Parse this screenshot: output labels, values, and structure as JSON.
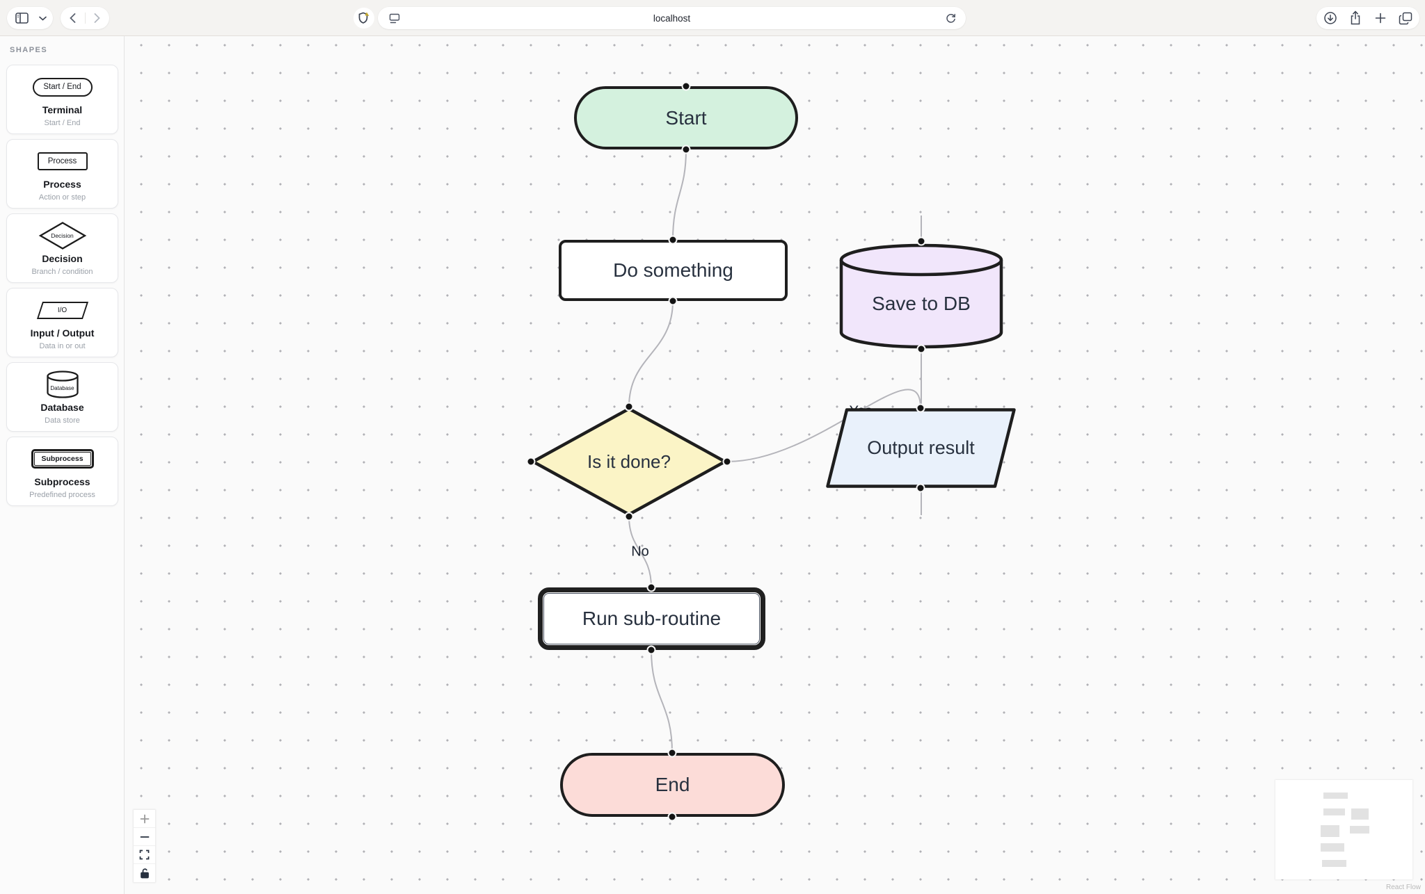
{
  "browser": {
    "url": "localhost",
    "icons": {
      "left": [
        "sidebar-toggle",
        "chevron-down",
        "back",
        "forward"
      ],
      "url_bar": [
        "privacy-shield",
        "reader",
        "refresh"
      ],
      "right": [
        "download",
        "share",
        "new-tab",
        "tab-overview"
      ]
    }
  },
  "sidebar": {
    "header": "SHAPES",
    "items": [
      {
        "preview_label": "Start / End",
        "title": "Terminal",
        "subtitle": "Start / End",
        "shape": "stadium"
      },
      {
        "preview_label": "Process",
        "title": "Process",
        "subtitle": "Action or step",
        "shape": "rect"
      },
      {
        "preview_label": "Decision",
        "title": "Decision",
        "subtitle": "Branch / condition",
        "shape": "diamond"
      },
      {
        "preview_label": "I/O",
        "title": "Input / Output",
        "subtitle": "Data in or out",
        "shape": "parallelogram"
      },
      {
        "preview_label": "Database",
        "title": "Database",
        "subtitle": "Data store",
        "shape": "cylinder"
      },
      {
        "preview_label": "Subprocess",
        "title": "Subprocess",
        "subtitle": "Predefined process",
        "shape": "subprocess"
      }
    ]
  },
  "canvas": {
    "nodes": [
      {
        "id": "start",
        "label": "Start",
        "type": "terminal",
        "fill": "#d4f1de"
      },
      {
        "id": "do-something",
        "label": "Do something",
        "type": "process",
        "fill": "#ffffff"
      },
      {
        "id": "save-db",
        "label": "Save to DB",
        "type": "database",
        "fill": "#f1e6fb"
      },
      {
        "id": "is-it-done",
        "label": "Is it done?",
        "type": "decision",
        "fill": "#fbf4c6"
      },
      {
        "id": "output",
        "label": "Output result",
        "type": "io",
        "fill": "#e9f1fb"
      },
      {
        "id": "subroutine",
        "label": "Run sub-routine",
        "type": "subprocess",
        "fill": "#ffffff"
      },
      {
        "id": "end",
        "label": "End",
        "type": "terminal",
        "fill": "#fcdcd8"
      }
    ],
    "edges": [
      {
        "from": "start",
        "to": "do-something",
        "label": ""
      },
      {
        "from": "do-something",
        "to": "is-it-done",
        "label": ""
      },
      {
        "from": "is-it-done",
        "to": "output",
        "label": "Yes"
      },
      {
        "from": "is-it-done",
        "to": "subroutine",
        "label": "No"
      },
      {
        "from": "subroutine",
        "to": "end",
        "label": ""
      },
      {
        "from": "output",
        "to": "save-db",
        "label": ""
      }
    ],
    "edge_labels": {
      "yes": "Yes",
      "no": "No"
    },
    "attribution": "React Flow"
  },
  "colors": {
    "node_border": "#1e1e1e",
    "node_text": "#28313f",
    "edge": "#b4b4ba",
    "canvas_bg": "#fafafa",
    "dot_grid": "#b1b1b6",
    "toolbar_bg": "#f4f3f1",
    "terminal_start_fill": "#d4f1de",
    "terminal_end_fill": "#fcdcd8",
    "decision_fill": "#fbf4c6",
    "database_fill": "#f1e6fb",
    "io_fill": "#e9f1fb"
  }
}
